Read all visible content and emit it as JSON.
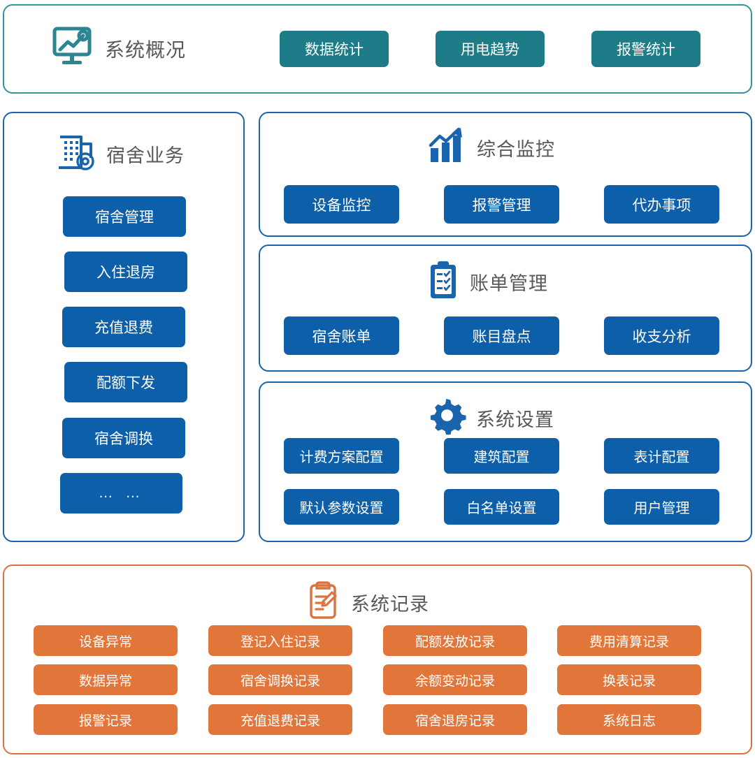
{
  "colors": {
    "teal": "#1d7c87",
    "teal_border": "#34959e",
    "blue": "#0d5faa",
    "blue_border": "#1a63ad",
    "orange": "#e2763a",
    "orange_border": "#d9733f",
    "heading_text": "#595959"
  },
  "overview": {
    "title": "系统概况",
    "icon": "monitor-chart-icon",
    "buttons": [
      {
        "label": "数据统计"
      },
      {
        "label": "用电趋势"
      },
      {
        "label": "报警统计"
      }
    ]
  },
  "dormitory": {
    "title": "宿舍业务",
    "icon": "building-gear-icon",
    "buttons": [
      {
        "label": "宿舍管理"
      },
      {
        "label": "入住退房"
      },
      {
        "label": "充值退费"
      },
      {
        "label": "配额下发"
      },
      {
        "label": "宿舍调换"
      },
      {
        "label": "…  …"
      }
    ]
  },
  "monitoring": {
    "title": "综合监控",
    "icon": "bar-chart-arrow-icon",
    "buttons": [
      {
        "label": "设备监控"
      },
      {
        "label": "报警管理"
      },
      {
        "label": "代办事项"
      }
    ]
  },
  "billing": {
    "title": "账单管理",
    "icon": "clipboard-check-icon",
    "buttons": [
      {
        "label": "宿舍账单"
      },
      {
        "label": "账目盘点"
      },
      {
        "label": "收支分析"
      }
    ]
  },
  "settings": {
    "title": "系统设置",
    "icon": "gear-icon",
    "buttons": [
      {
        "label": "计费方案配置"
      },
      {
        "label": "建筑配置"
      },
      {
        "label": "表计配置"
      },
      {
        "label": "默认参数设置"
      },
      {
        "label": "白名单设置"
      },
      {
        "label": "用户管理"
      }
    ]
  },
  "records": {
    "title": "系统记录",
    "icon": "clipboard-pencil-icon",
    "buttons": [
      {
        "label": "设备异常"
      },
      {
        "label": "登记入住记录"
      },
      {
        "label": "配额发放记录"
      },
      {
        "label": "费用清算记录"
      },
      {
        "label": "数据异常"
      },
      {
        "label": "宿舍调换记录"
      },
      {
        "label": "余额变动记录"
      },
      {
        "label": "换表记录"
      },
      {
        "label": "报警记录"
      },
      {
        "label": "充值退费记录"
      },
      {
        "label": "宿舍退房记录"
      },
      {
        "label": "系统日志"
      }
    ]
  }
}
